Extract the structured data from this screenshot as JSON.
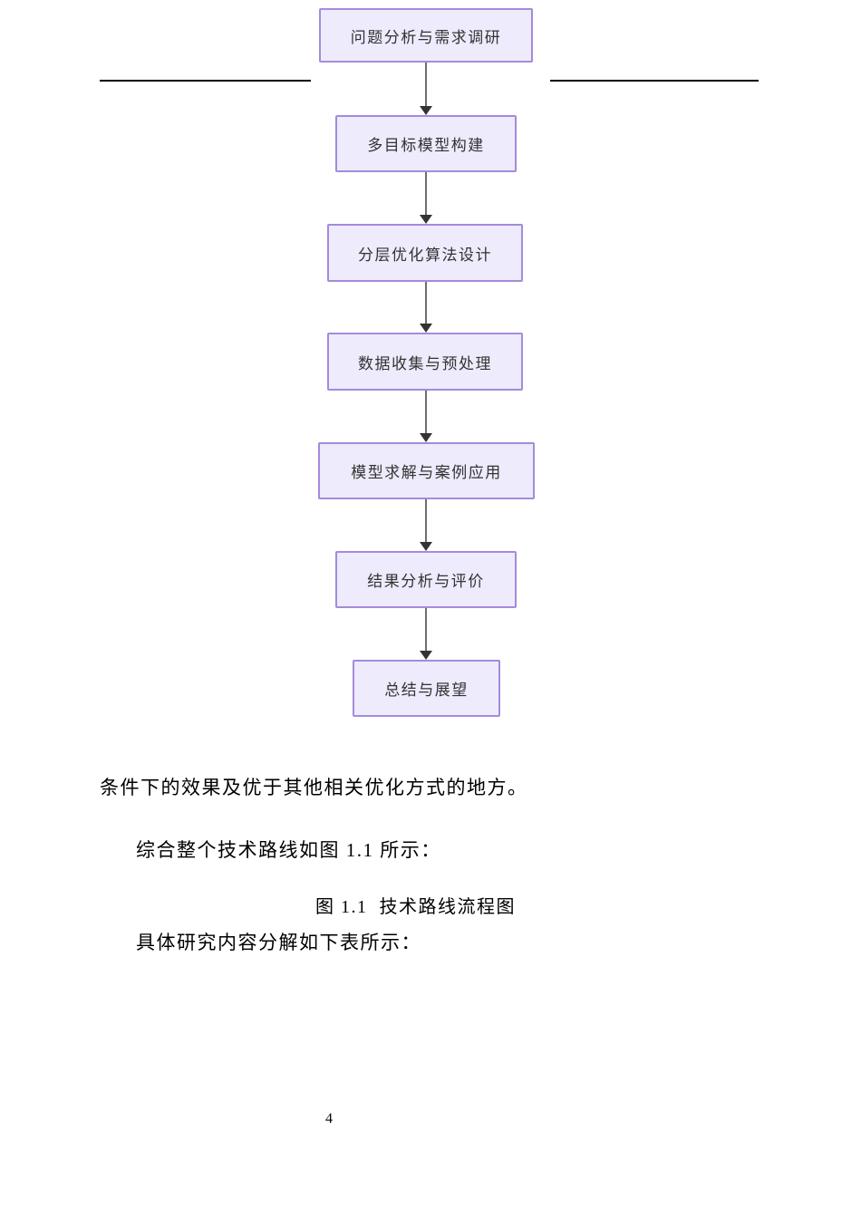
{
  "document": {
    "paragraph_top": "条件下的效果及优于其他相关优化方式的地方。",
    "paragraph_intro": "综合整个技术路线如图 1.1 所示：",
    "figure_caption": "图 1.1  技术路线流程图",
    "paragraph_next": "具体研究内容分解如下表所示：",
    "page_number": "4"
  },
  "flowchart": {
    "type": "top-down-flow",
    "nodes": [
      {
        "label": "问题分析与需求调研"
      },
      {
        "label": "多目标模型构建"
      },
      {
        "label": "分层优化算法设计"
      },
      {
        "label": "数据收集与预处理"
      },
      {
        "label": "模型求解与案例应用"
      },
      {
        "label": "结果分析与评价"
      },
      {
        "label": "总结与展望"
      }
    ],
    "colors": {
      "node_fill": "#EDEBFC",
      "node_border": "#A48BDB",
      "arrow_shaft": "#6E6E6E",
      "arrow_head": "#333333",
      "rule": "#000000"
    }
  }
}
